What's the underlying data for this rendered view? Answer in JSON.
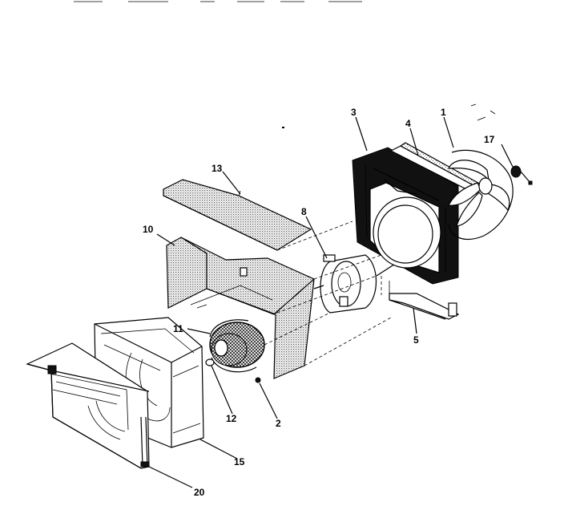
{
  "diagram": {
    "header_fragment": "",
    "callouts": {
      "p1": "1",
      "p2": "2",
      "p3": "3",
      "p4": "4",
      "p5": "5",
      "p8": "8",
      "p10": "10",
      "p11": "11",
      "p12": "12",
      "p13": "13",
      "p15": "15",
      "p17": "17",
      "p20": "20"
    }
  }
}
